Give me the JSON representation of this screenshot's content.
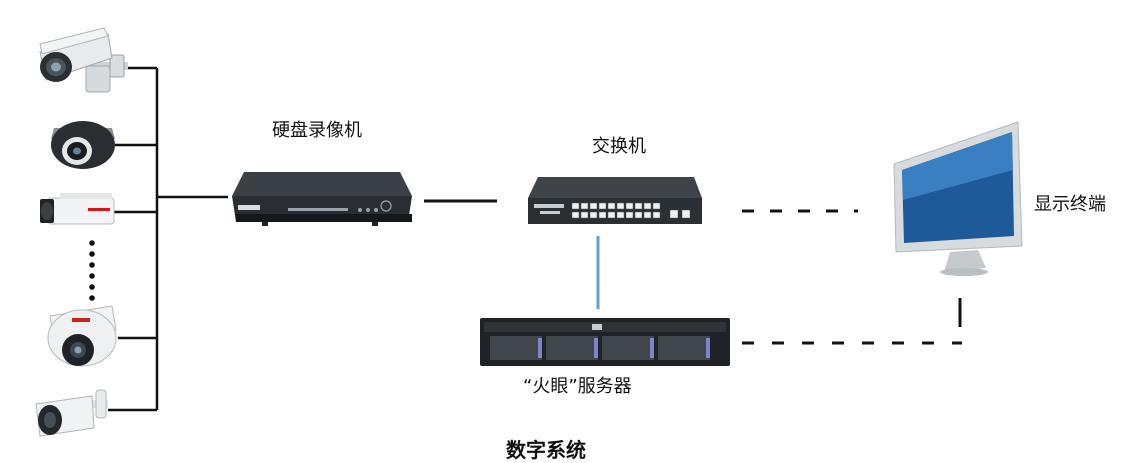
{
  "labels": {
    "dvr": "硬盘录像机",
    "switch": "交换机",
    "display": "显示终端",
    "server": "“火眼”服务器",
    "title": "数字系统"
  },
  "devices": {
    "camera_1": "bullet-camera-icon",
    "camera_2": "dome-camera-icon",
    "camera_3": "box-camera-icon",
    "camera_4": "dome-camera-icon",
    "camera_5": "mini-bullet-camera-icon",
    "dvr": "dvr-icon",
    "switch": "network-switch-icon",
    "display": "monitor-icon",
    "server": "rack-server-icon"
  },
  "colors": {
    "line": "#111111",
    "switch_server_link": "#6a9ec7",
    "device_dark": "#1e2227",
    "device_light": "#e9ecef"
  }
}
